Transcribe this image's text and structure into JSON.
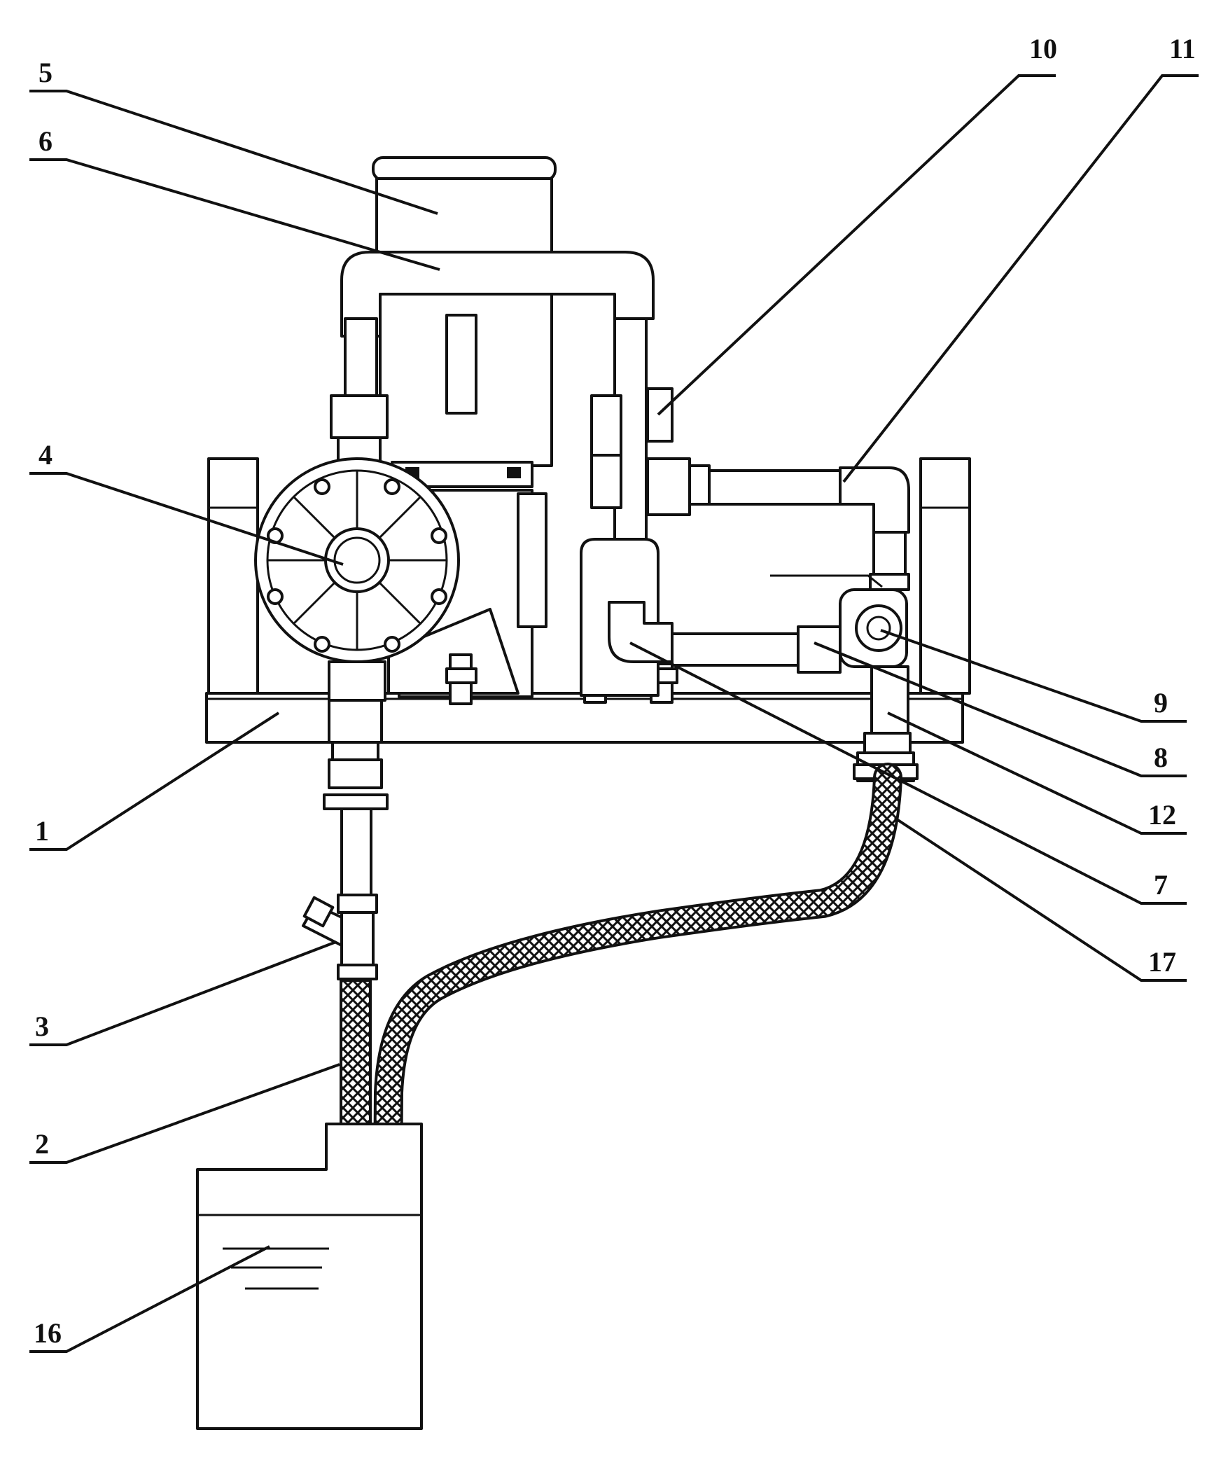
{
  "figure": {
    "callouts": [
      {
        "id": "c1",
        "label": "1"
      },
      {
        "id": "c2",
        "label": "2"
      },
      {
        "id": "c3",
        "label": "3"
      },
      {
        "id": "c4",
        "label": "4"
      },
      {
        "id": "c5",
        "label": "5"
      },
      {
        "id": "c6",
        "label": "6"
      },
      {
        "id": "c7",
        "label": "7"
      },
      {
        "id": "c8",
        "label": "8"
      },
      {
        "id": "c9",
        "label": "9"
      },
      {
        "id": "c10",
        "label": "10"
      },
      {
        "id": "c11",
        "label": "11"
      },
      {
        "id": "c12",
        "label": "12"
      },
      {
        "id": "c16",
        "label": "16"
      },
      {
        "id": "c17",
        "label": "17"
      }
    ]
  }
}
